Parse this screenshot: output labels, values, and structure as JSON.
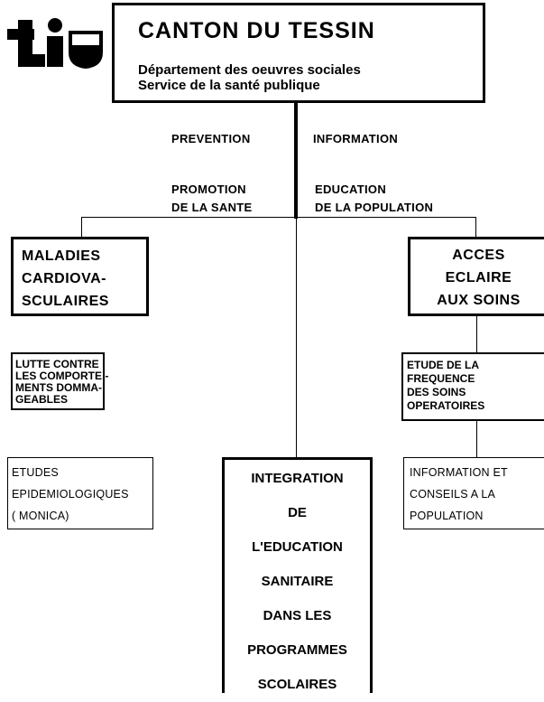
{
  "logo": {
    "text": "ti"
  },
  "header": {
    "title": "CANTON DU TESSIN",
    "department": "Département des oeuvres sociales",
    "service": "Service de la santé publique"
  },
  "axis_labels": {
    "prevention": "PREVENTION",
    "information": "INFORMATION",
    "promotion": [
      "PROMOTION",
      "DE LA SANTE"
    ],
    "education": [
      "EDUCATION",
      "DE LA POPULATION"
    ]
  },
  "left_branch": {
    "heading": [
      "MALADIES",
      "CARDIOVA-",
      "SCULAIRES"
    ],
    "sub": [
      "LUTTE CONTRE",
      "LES COMPORTE -",
      "MENTS DOMMA-",
      "GEABLES"
    ],
    "plain": [
      "ETUDES",
      "EPIDEMIOLOGIQUES",
      "( MONICA)"
    ]
  },
  "right_branch": {
    "heading": [
      "ACCES",
      "ECLAIRE",
      "AUX SOINS"
    ],
    "sub": [
      "ETUDE DE LA",
      "FREQUENCE",
      "DES SOINS",
      "OPERATOIRES"
    ],
    "plain": [
      "INFORMATION ET",
      "CONSEILS A LA",
      "POPULATION"
    ]
  },
  "center_box": [
    "INTEGRATION",
    "DE",
    "L'EDUCATION",
    "SANITAIRE",
    "DANS LES",
    "PROGRAMMES",
    "SCOLAIRES"
  ]
}
